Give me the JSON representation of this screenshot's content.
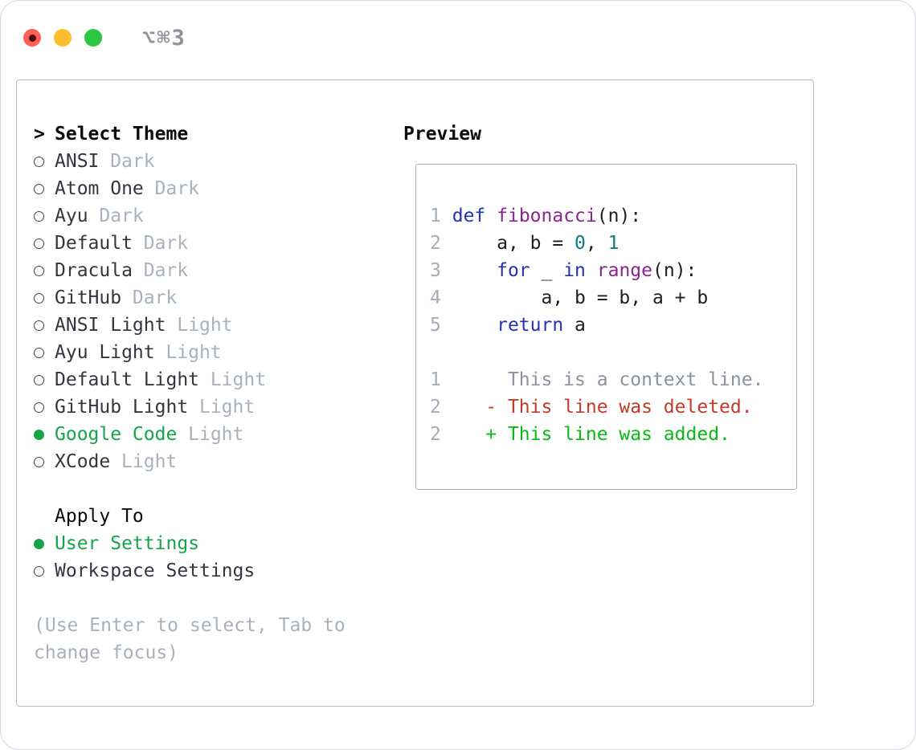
{
  "window": {
    "title": "⌥⌘3"
  },
  "colors": {
    "green": "#16a34a",
    "text": "#33373d",
    "muted": "#a9b1bd",
    "ln": "#a3aebc",
    "kw": "#2433b2",
    "fn": "#8b2591",
    "num": "#0c7b80",
    "ctx": "#8d939c",
    "del": "#c23a28",
    "add": "#0abb16",
    "traffic-red": "#ff5f57",
    "traffic-yellow": "#febc2e",
    "traffic-green": "#28c840"
  },
  "theme_list": {
    "heading_prefix": ">",
    "heading": "Select Theme",
    "items": [
      {
        "name": "ANSI",
        "variant": "Dark",
        "selected": false
      },
      {
        "name": "Atom One",
        "variant": "Dark",
        "selected": false
      },
      {
        "name": "Ayu",
        "variant": "Dark",
        "selected": false
      },
      {
        "name": "Default",
        "variant": "Dark",
        "selected": false
      },
      {
        "name": "Dracula",
        "variant": "Dark",
        "selected": false
      },
      {
        "name": "GitHub",
        "variant": "Dark",
        "selected": false
      },
      {
        "name": "ANSI Light",
        "variant": "Light",
        "selected": false
      },
      {
        "name": "Ayu Light",
        "variant": "Light",
        "selected": false
      },
      {
        "name": "Default Light",
        "variant": "Light",
        "selected": false
      },
      {
        "name": "GitHub Light",
        "variant": "Light",
        "selected": false
      },
      {
        "name": "Google Code",
        "variant": "Light",
        "selected": true
      },
      {
        "name": "XCode",
        "variant": "Light",
        "selected": false
      }
    ]
  },
  "apply_to": {
    "heading": "Apply To",
    "options": [
      {
        "label": "User Settings",
        "selected": true
      },
      {
        "label": "Workspace Settings",
        "selected": false
      }
    ]
  },
  "help_text": "(Use Enter to select, Tab to change focus)",
  "preview": {
    "heading": "Preview",
    "lines": [
      {
        "tokens": [
          {
            "c": "ln",
            "t": "1"
          },
          {
            "c": "p",
            "t": " "
          },
          {
            "c": "kw",
            "t": "def"
          },
          {
            "c": "p",
            "t": " "
          },
          {
            "c": "fn",
            "t": "fibonacci"
          },
          {
            "c": "p",
            "t": "(n):"
          }
        ]
      },
      {
        "tokens": [
          {
            "c": "ln",
            "t": "2"
          },
          {
            "c": "p",
            "t": "     a, b = "
          },
          {
            "c": "num",
            "t": "0"
          },
          {
            "c": "p",
            "t": ", "
          },
          {
            "c": "num",
            "t": "1"
          }
        ]
      },
      {
        "tokens": [
          {
            "c": "ln",
            "t": "3"
          },
          {
            "c": "p",
            "t": "     "
          },
          {
            "c": "kw",
            "t": "for"
          },
          {
            "c": "p",
            "t": " _ "
          },
          {
            "c": "kw",
            "t": "in"
          },
          {
            "c": "p",
            "t": " "
          },
          {
            "c": "fn",
            "t": "range"
          },
          {
            "c": "p",
            "t": "(n):"
          }
        ]
      },
      {
        "tokens": [
          {
            "c": "ln",
            "t": "4"
          },
          {
            "c": "p",
            "t": "         a, b = b, a + b"
          }
        ]
      },
      {
        "tokens": [
          {
            "c": "ln",
            "t": "5"
          },
          {
            "c": "p",
            "t": "     "
          },
          {
            "c": "kw",
            "t": "return"
          },
          {
            "c": "p",
            "t": " a"
          }
        ]
      },
      {
        "tokens": []
      },
      {
        "tokens": [
          {
            "c": "ln",
            "t": "1"
          },
          {
            "c": "ctx",
            "t": "      This is a context line."
          }
        ]
      },
      {
        "tokens": [
          {
            "c": "ln",
            "t": "2"
          },
          {
            "c": "del",
            "t": "    - This line was deleted."
          }
        ]
      },
      {
        "tokens": [
          {
            "c": "ln",
            "t": "2"
          },
          {
            "c": "add",
            "t": "    + This line was added."
          }
        ]
      }
    ]
  }
}
